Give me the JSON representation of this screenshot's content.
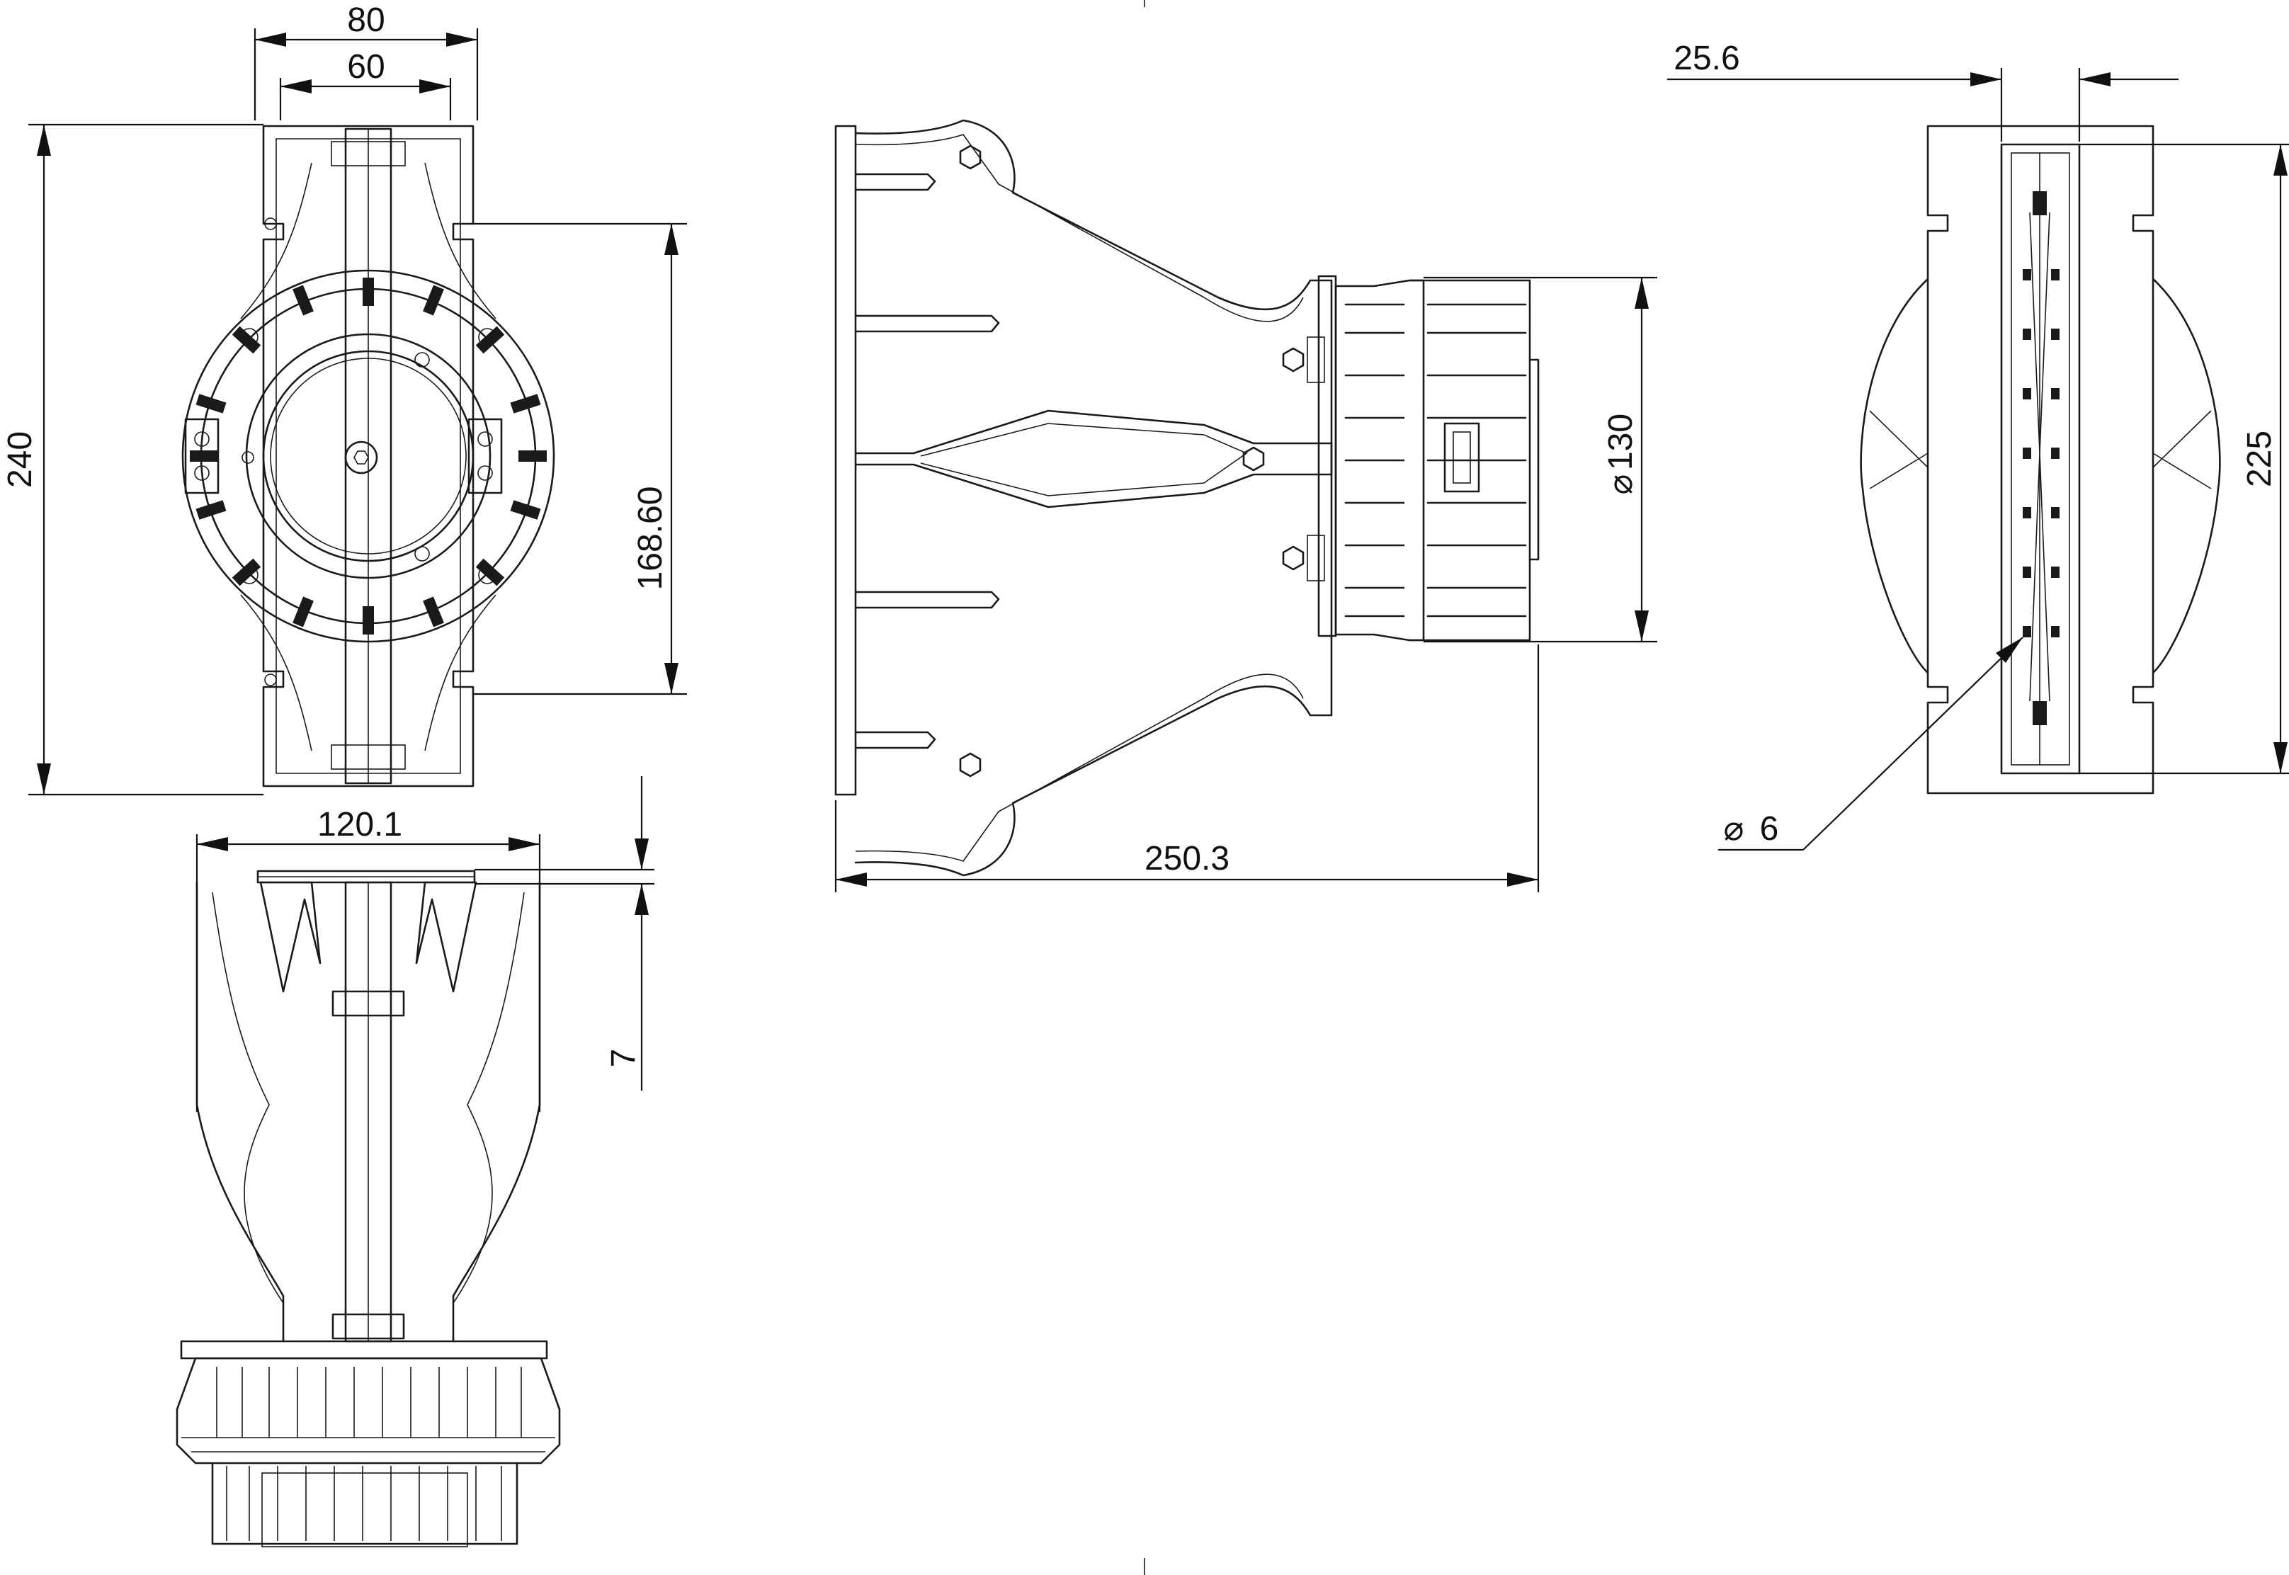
{
  "dimensions": {
    "width_outer": "80",
    "width_inner": "60",
    "height_total": "240",
    "slot_spacing": "168.60",
    "depth_bottom": "120.1",
    "flange_thickness": "7",
    "length_total": "250.3",
    "driver_diameter": "130",
    "throat_width": "25.6",
    "slot_height": "225",
    "hole_diameter": "6"
  },
  "diameter_symbol": "⌀"
}
